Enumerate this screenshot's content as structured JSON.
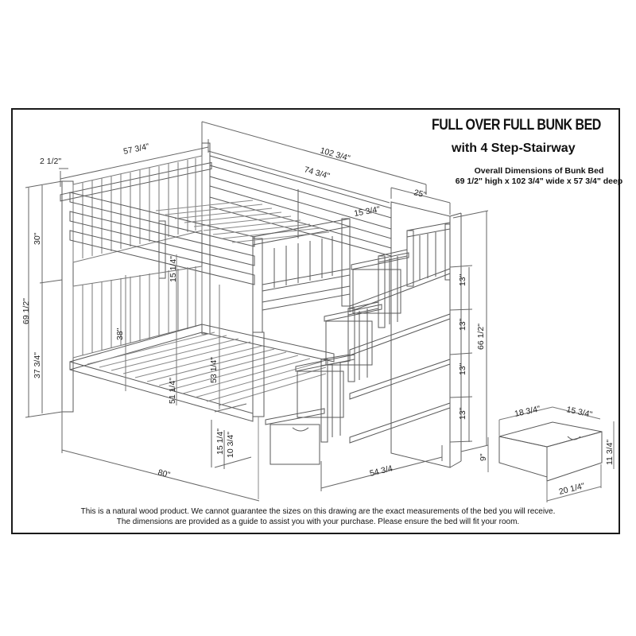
{
  "header": {
    "title": "FULL OVER FULL BUNK BED",
    "subtitle": "with 4 Step-Stairway",
    "overall_label": "Overall Dimensions of Bunk Bed",
    "overall_value": "69 1/2\" high x 102 3/4\" wide x 57 3/4\" deep"
  },
  "dimensions": {
    "headboard_thickness": "2 1/2\"",
    "depth": "57 3/4\"",
    "total_width": "102 3/4\"",
    "bed_length": "74 3/4\"",
    "stair_depth": "25\"",
    "guardrail_gap": "15 3/4\"",
    "upper_bunk_height": "30\"",
    "total_height": "69 1/2\"",
    "lower_bunk_height": "37 3/4\"",
    "lower_headboard": "38\"",
    "under_upper_clearance": "15 1/4\"",
    "upper_to_floor_inner": "51 1/4\"",
    "upper_to_floor": "53 1/4\"",
    "lower_clearance_top": "15 1/4\"",
    "lower_clearance_bottom": "10 3/4\"",
    "bed_floor_length": "80\"",
    "stair_width": "54 3/4",
    "stair_height": "66 1/2\"",
    "step_heights": [
      "13\"",
      "13\"",
      "13\"",
      "13\""
    ]
  },
  "drawer": {
    "depth": "18 3/4\"",
    "width_top": "15 3/4\"",
    "height_back": "9\"",
    "height_front": "11 3/4\"",
    "width_front": "20 1/4\""
  },
  "footer": {
    "line1": "This is a natural wood product. We cannot guarantee the sizes on this drawing are the exact measurements of the bed you will receive.",
    "line2": "The dimensions are provided as a guide to assist you with your purchase. Please ensure the bed will fit your room."
  },
  "colors": {
    "line": "#555555",
    "text": "#111111",
    "background": "#ffffff"
  }
}
